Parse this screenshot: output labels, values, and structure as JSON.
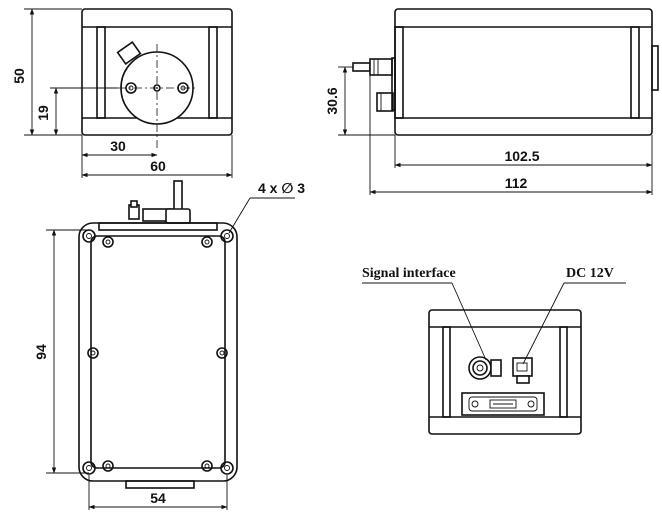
{
  "dimensions": {
    "front_height": "50",
    "front_hole_height": "19",
    "front_hole_offset": "30",
    "front_width": "60",
    "side_connector_height": "30.6",
    "side_body_length": "102.5",
    "side_total_length": "112",
    "mounting_holes": "4 x ∅ 3",
    "top_length": "94",
    "top_width": "54"
  },
  "labels": {
    "signal_interface": "Signal interface",
    "dc_power": "DC 12V"
  }
}
